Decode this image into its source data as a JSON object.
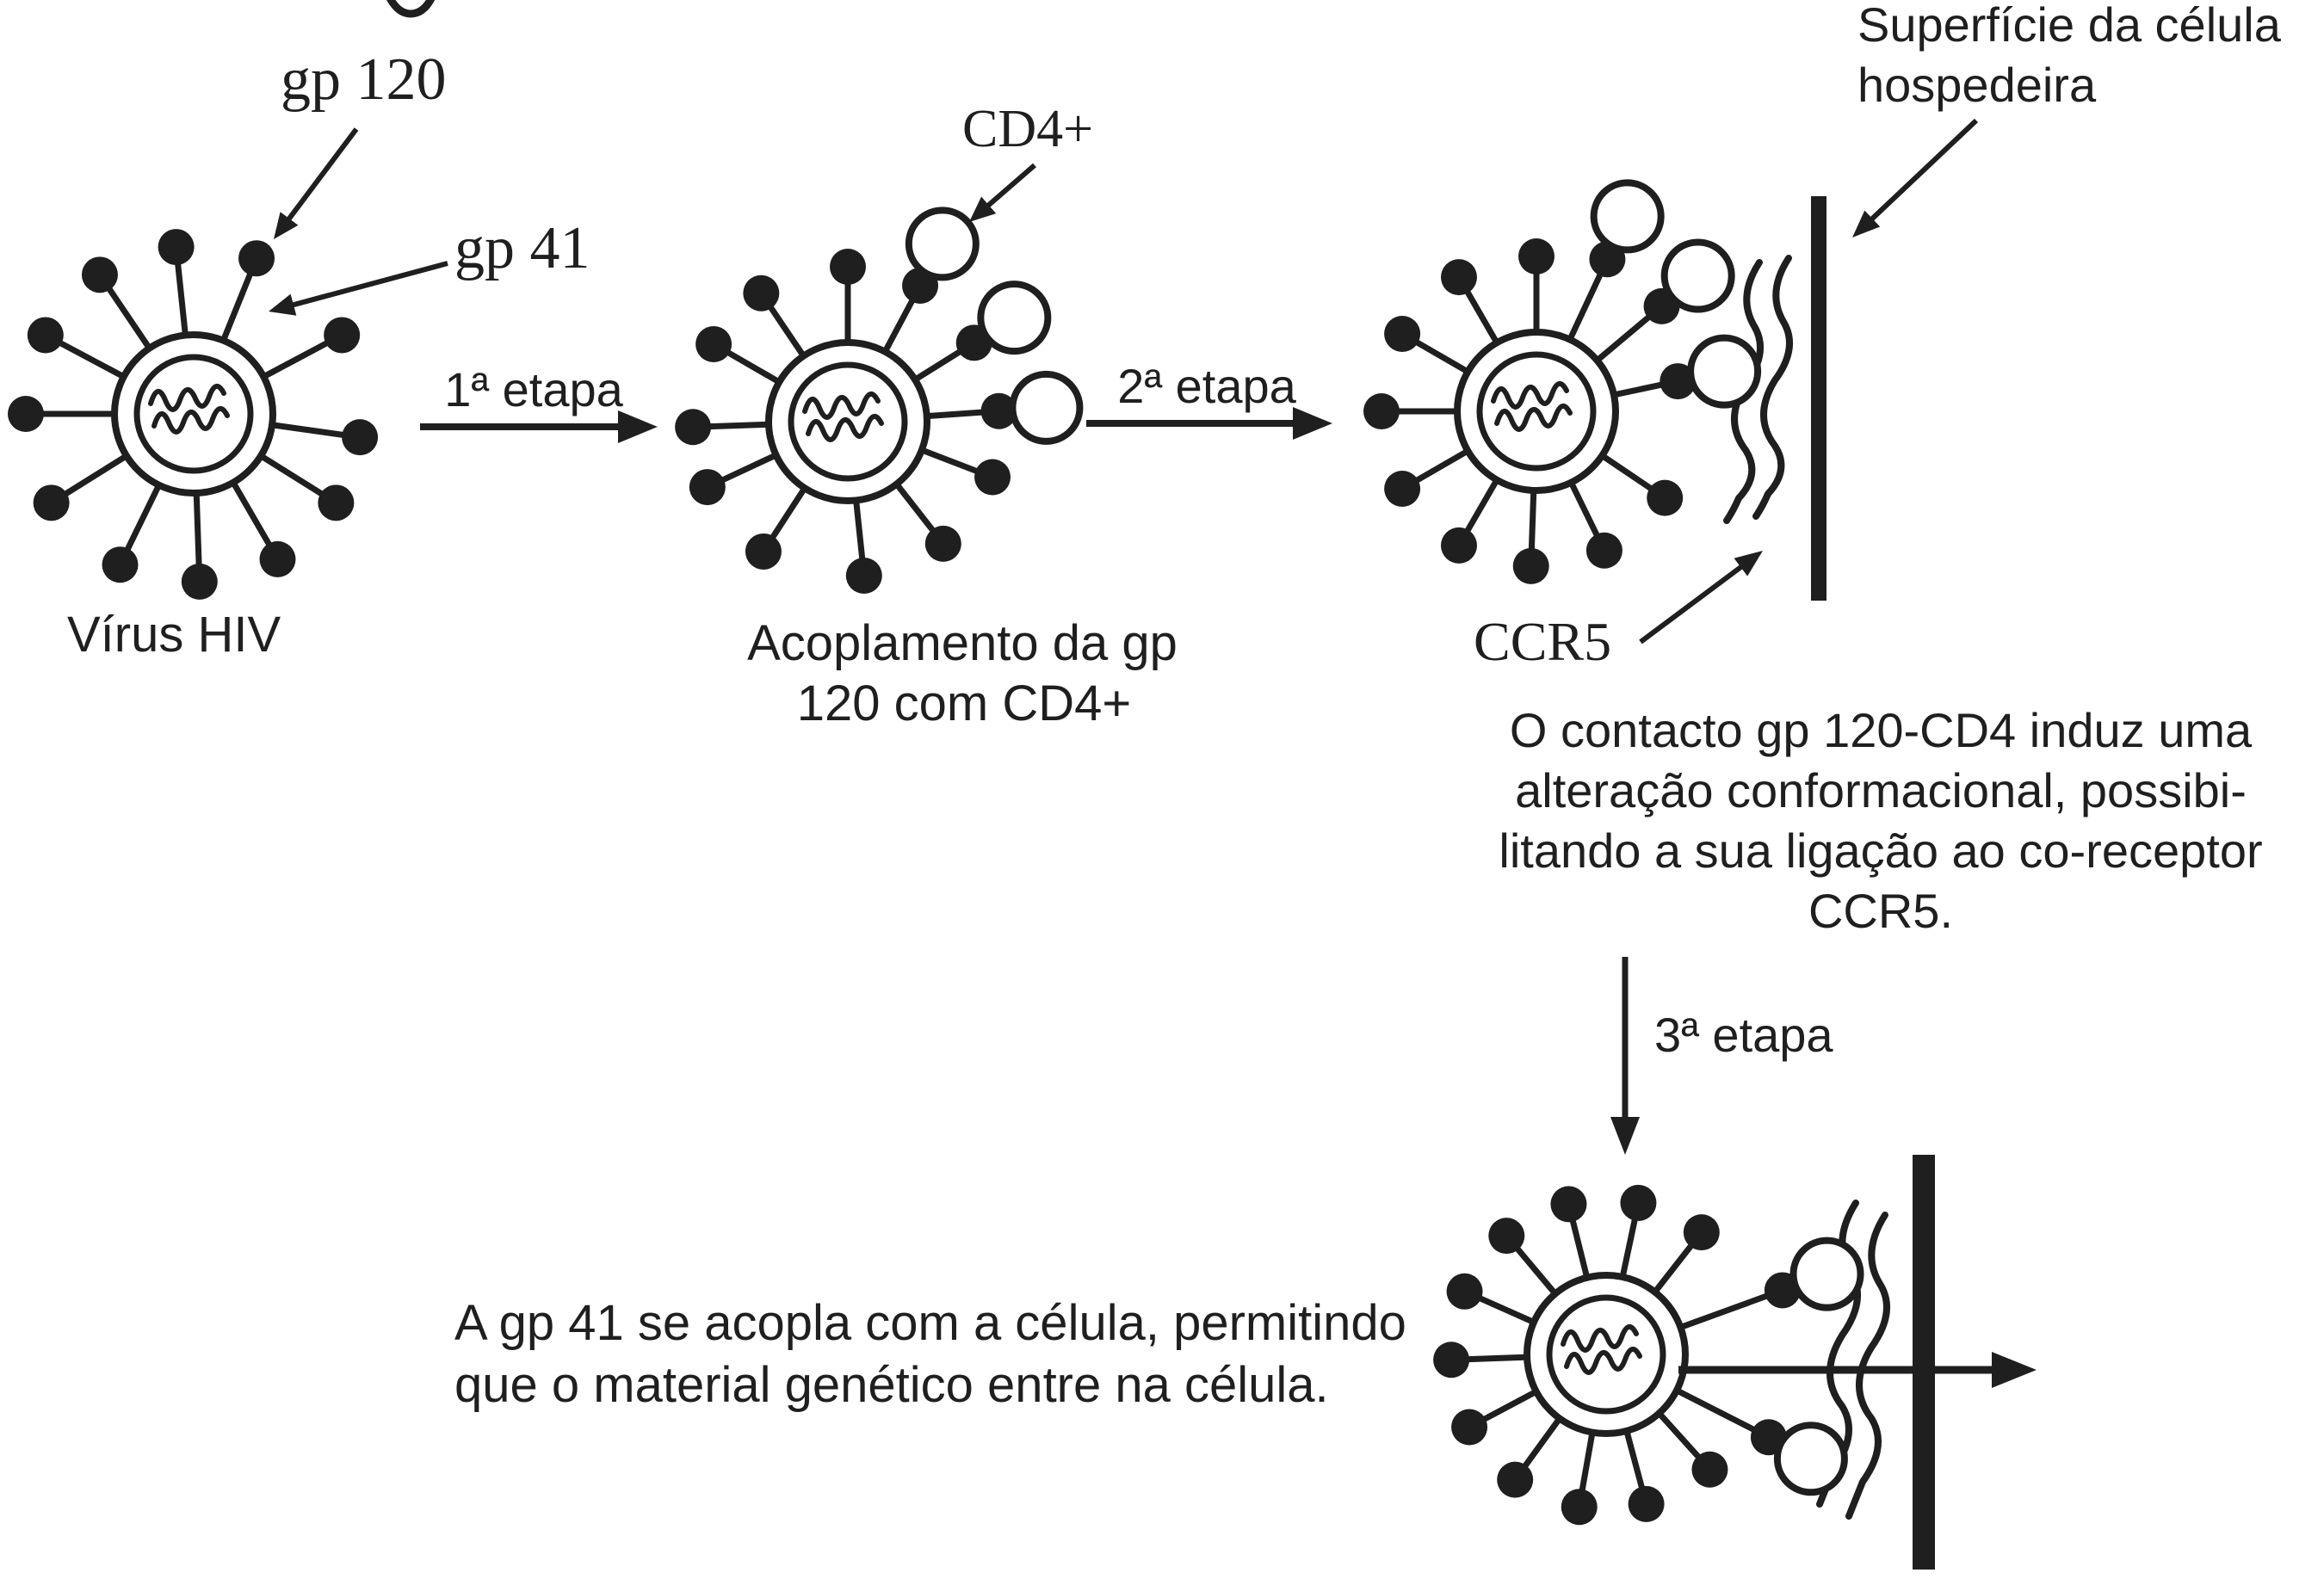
{
  "figure": {
    "background": "#ffffff",
    "ink": "#1f1f1f",
    "description": "HIV virus entry mechanism diagram"
  },
  "annotations": {
    "gp120": "gp 120",
    "gp41": "gp 41"
  },
  "stages": {
    "virus1_caption": "Vírus HIV",
    "step1": "1ª etapa",
    "step2": "2ª etapa",
    "step3": "3ª etapa"
  },
  "receptors": {
    "cd4": "CD4+",
    "ccr5": "CCR5"
  },
  "virus2_caption": {
    "line1": "Acoplamento da gp",
    "line2": "120 com CD4+"
  },
  "membrane_label": {
    "line1": "Superfície da célula",
    "line2": "hospedeira"
  },
  "conformational_note": {
    "line1": "O contacto gp 120-CD4 induz uma",
    "line2": "alteração conformacional, possibi-",
    "line3": "litando a sua ligação ao co-receptor",
    "line4": "CCR5."
  },
  "fusion_note": {
    "line1": "A gp 41 se acopla com a célula, permitindo",
    "line2": "que o material genético entre na célula."
  }
}
